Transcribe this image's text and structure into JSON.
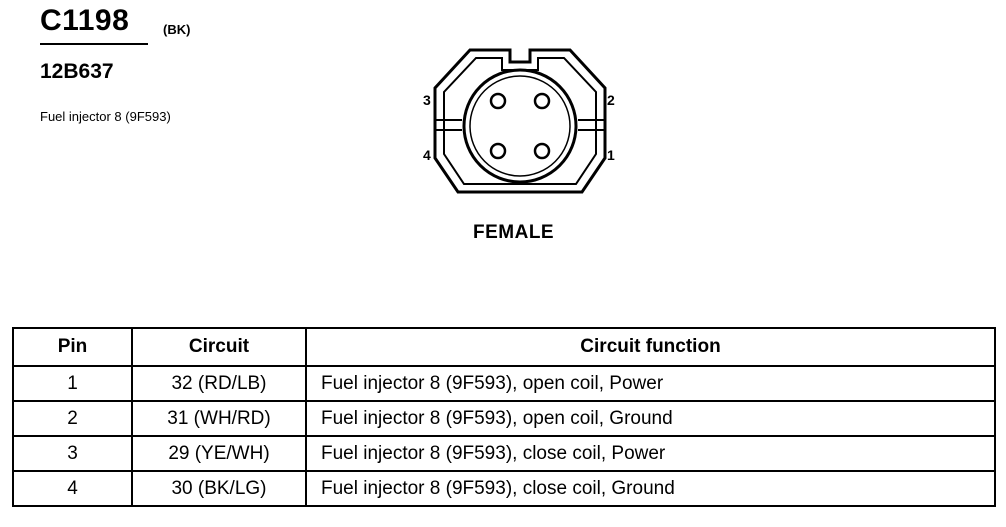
{
  "header": {
    "connector_id": "C1198",
    "color_code": "(BK)",
    "part_number": "12B637",
    "description": "Fuel injector 8 (9F593)"
  },
  "connector": {
    "gender": "FEMALE",
    "pin_labels": [
      "1",
      "2",
      "3",
      "4"
    ]
  },
  "table": {
    "headers": [
      "Pin",
      "Circuit",
      "Circuit function"
    ],
    "rows": [
      {
        "pin": "1",
        "circuit": "32 (RD/LB)",
        "function": "Fuel injector 8 (9F593), open coil, Power"
      },
      {
        "pin": "2",
        "circuit": "31 (WH/RD)",
        "function": "Fuel injector 8 (9F593), open coil, Ground"
      },
      {
        "pin": "3",
        "circuit": "29 (YE/WH)",
        "function": "Fuel injector 8 (9F593), close coil, Power"
      },
      {
        "pin": "4",
        "circuit": "30 (BK/LG)",
        "function": "Fuel injector 8 (9F593), close coil, Ground"
      }
    ]
  }
}
